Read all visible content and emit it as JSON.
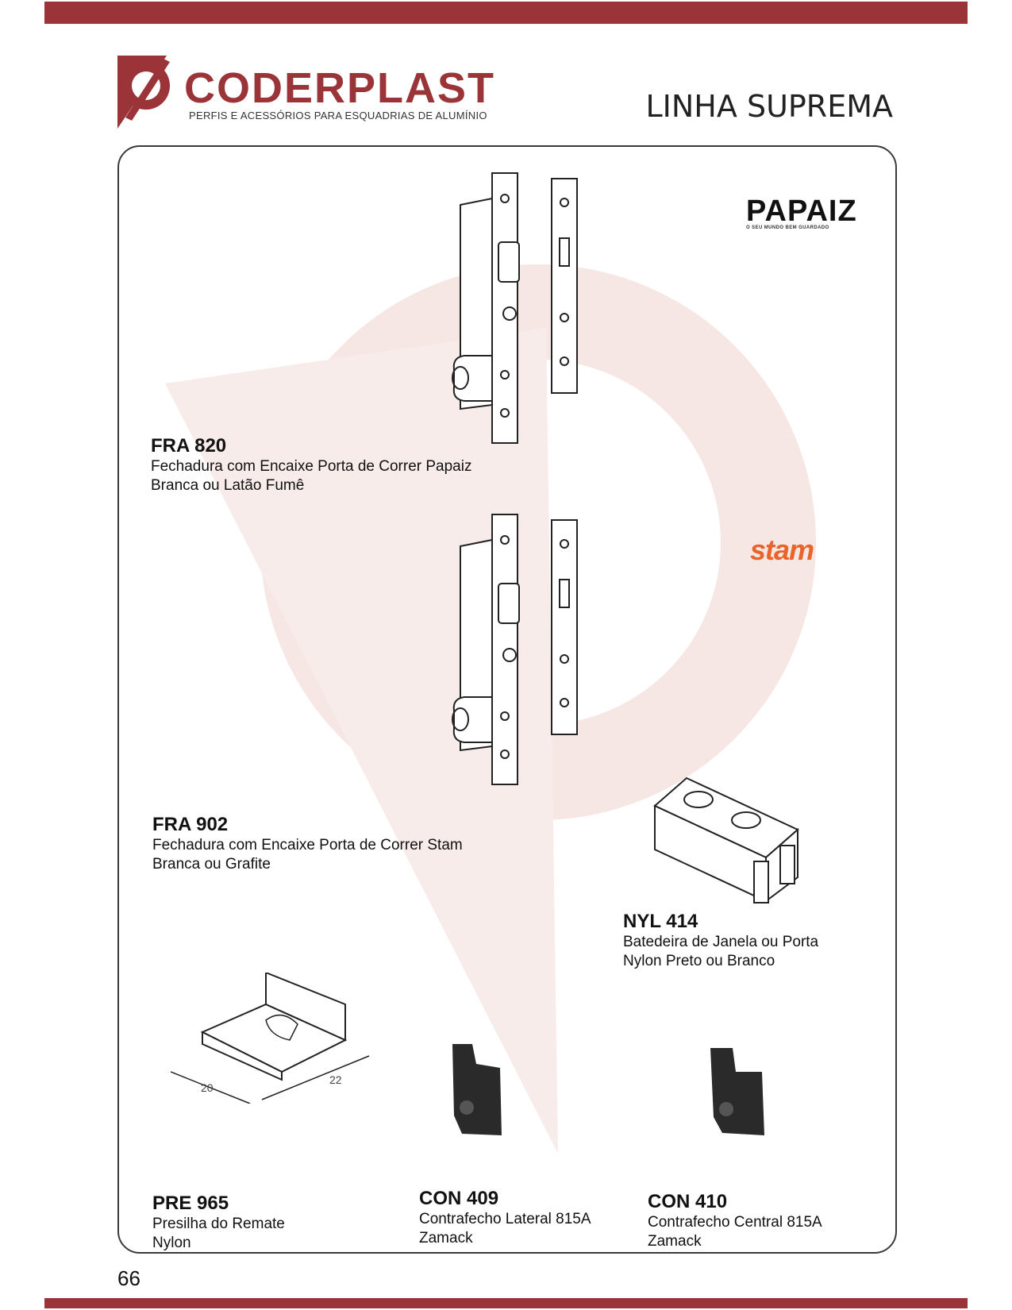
{
  "header": {
    "brand_name": "CODERPLAST",
    "brand_tagline": "PERFIS E ACESSÓRIOS PARA ESQUADRIAS DE ALUMÍNIO",
    "line_title": "LINHA SUPREMA"
  },
  "brands": {
    "papaiz": {
      "name": "PAPAIZ",
      "tagline": "O SEU MUNDO BEM GUARDADO"
    },
    "stam": {
      "name": "stam"
    }
  },
  "products": {
    "fra820": {
      "code": "FRA 820",
      "line1": "Fechadura com Encaixe Porta de Correr Papaiz",
      "line2": "Branca ou Latão Fumê"
    },
    "fra902": {
      "code": "FRA 902",
      "line1": "Fechadura com Encaixe Porta de Correr Stam",
      "line2": "Branca ou Grafite"
    },
    "nyl414": {
      "code": "NYL 414",
      "line1": "Batedeira de Janela ou Porta",
      "line2": "Nylon Preto ou Branco"
    },
    "pre965": {
      "code": "PRE 965",
      "line1": "Presilha do Remate",
      "line2": "Nylon",
      "dim_a": "20",
      "dim_b": "22"
    },
    "con409": {
      "code": "CON 409",
      "line1": "Contrafecho Lateral 815A",
      "line2": "Zamack"
    },
    "con410": {
      "code": "CON 410",
      "line1": "Contrafecho Central 815A",
      "line2": "Zamack"
    }
  },
  "footer": {
    "page_number": "66"
  },
  "colors": {
    "accent": "#9b3438",
    "stam_orange": "#e8642a",
    "watermark": "#f6e6e4"
  }
}
